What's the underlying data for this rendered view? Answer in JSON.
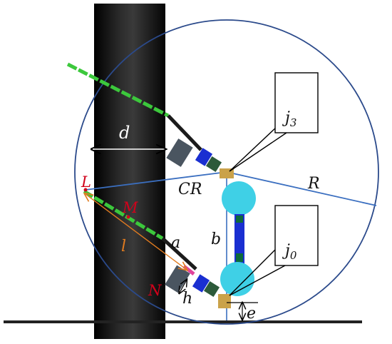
{
  "labels": {
    "d": "d",
    "L": "L",
    "M": "M",
    "l": "l",
    "a": "a",
    "N": "N",
    "h": "h",
    "b": "b",
    "e": "e",
    "CR": "CR",
    "R": "R"
  },
  "callouts": {
    "j3": {
      "base": "j",
      "sub": "3"
    },
    "j0": {
      "base": "j",
      "sub": "0"
    }
  },
  "colors": {
    "pole": "#151515",
    "circle": "#2b4a8b",
    "radius_line": "#3b6fc0",
    "arm_green": "#3cc83c",
    "joint_cyan": "#3fd0e6",
    "link_blue": "#1a2fd1",
    "label_red": "#d0021b",
    "label_orange": "#e07b20"
  }
}
